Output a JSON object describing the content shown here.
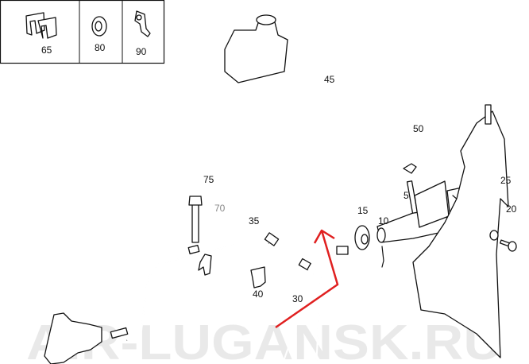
{
  "watermark": "AIR-LUGANSK.RU",
  "inset_labels": [
    "65",
    "80",
    "90"
  ],
  "labels": {
    "reservoir_hose": "45",
    "clamp": "50",
    "bolt": "75",
    "holder": "70",
    "line_35": "35",
    "bracket": "40",
    "line_30": "30",
    "seal": "15",
    "pin": "10",
    "master_cylinder": "5",
    "washer": "25",
    "screw": "20"
  },
  "colors": {
    "arrow": "#e02020",
    "watermark": "#d8d8d8"
  }
}
